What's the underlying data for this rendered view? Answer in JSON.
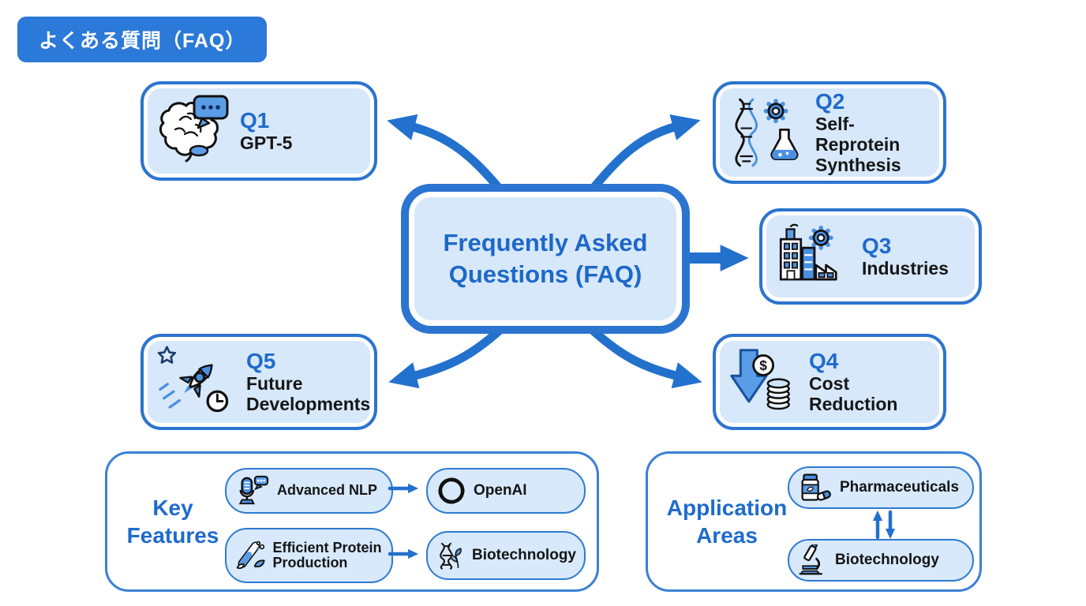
{
  "header": {
    "badge": "よくある質問（FAQ）"
  },
  "center": {
    "title": "Frequently Asked Questions (FAQ)"
  },
  "questions": [
    {
      "id": "Q1",
      "label": "GPT-5",
      "icon": "brain-chat-icon"
    },
    {
      "id": "Q2",
      "label": "Self-Reprotein Synthesis",
      "icon": "dna-gear-flask-icon"
    },
    {
      "id": "Q3",
      "label": "Industries",
      "icon": "factory-gear-icon"
    },
    {
      "id": "Q4",
      "label": "Cost Reduction",
      "icon": "cost-down-coins-icon"
    },
    {
      "id": "Q5",
      "label": "Future Developments",
      "icon": "rocket-star-clock-icon"
    }
  ],
  "key_features": {
    "title": "Key Features",
    "rows": [
      {
        "feature": "Advanced NLP",
        "feature_icon": "microphone-chat-icon",
        "target": "OpenAI",
        "target_icon": "openai-logo-icon"
      },
      {
        "feature": "Efficient Protein Production",
        "feature_icon": "test-tube-leaf-icon",
        "target": "Biotechnology",
        "target_icon": "dna-plant-icon"
      }
    ]
  },
  "application_areas": {
    "title": "Application Areas",
    "items": [
      {
        "label": "Pharmaceuticals",
        "icon": "pill-bottle-icon"
      },
      {
        "label": "Biotechnology",
        "icon": "microscope-icon"
      }
    ]
  },
  "colors": {
    "accent_blue": "#2b74d0",
    "arrow_blue": "#2271cd",
    "light_fill": "#d7e8fa",
    "text_blue": "#1e6bcc",
    "text_black": "#161616",
    "icon_blue": "#4a90e2"
  }
}
